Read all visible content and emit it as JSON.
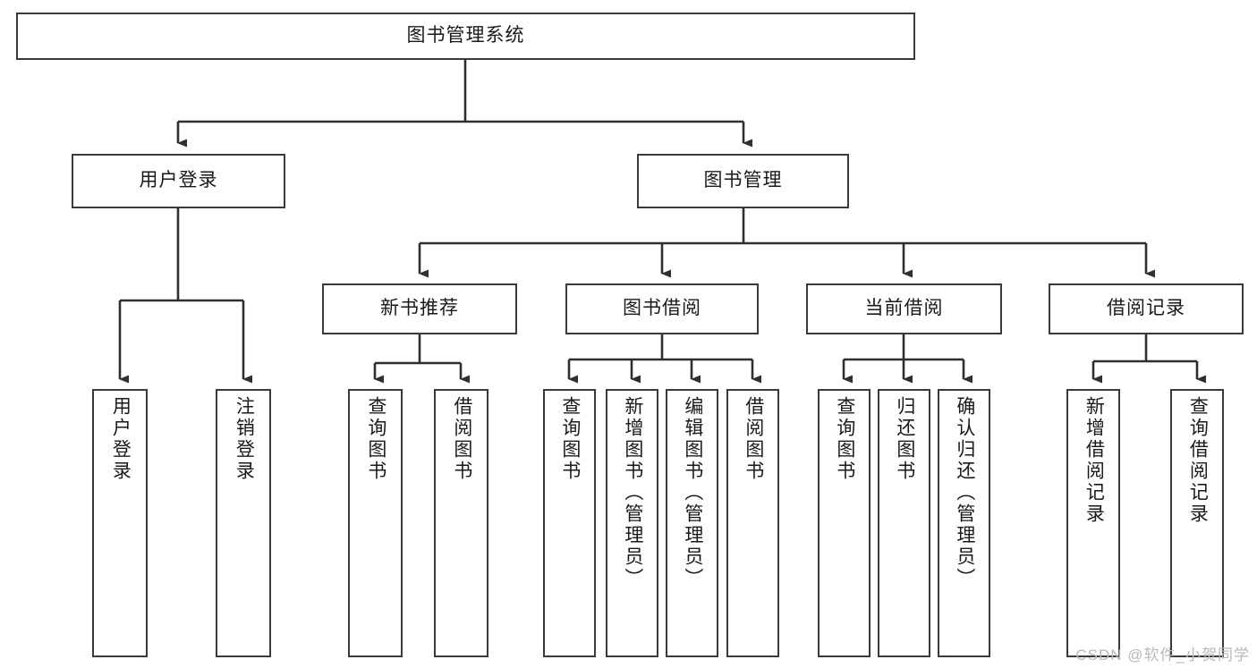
{
  "diagram": {
    "title": "图书管理系统",
    "watermark": "CSDN @软件_小贺同学",
    "colors": {
      "box_border": "#3a3a3a",
      "line": "#2f2f2f",
      "background": "#ffffff",
      "watermark": "#b8b8b8"
    },
    "nodes": {
      "root": "图书管理系统",
      "level2": {
        "user_login": "用户登录",
        "book_manage": "图书管理"
      },
      "level3": {
        "new_book_rec": "新书推荐",
        "book_borrow": "图书借阅",
        "current_borrow": "当前借阅",
        "borrow_record": "借阅记录"
      },
      "leaves": {
        "user_login_1": "用户登录",
        "user_login_2": "注销登录",
        "new_book_rec_1": "查询图书",
        "new_book_rec_2": "借阅图书",
        "book_borrow_1": "查询图书",
        "book_borrow_2": "新增图书（管理员）",
        "book_borrow_3": "编辑图书（管理员）",
        "book_borrow_4": "借阅图书",
        "current_borrow_1": "查询图书",
        "current_borrow_2": "归还图书",
        "current_borrow_3": "确认归还（管理员）",
        "borrow_record_1": "新增借阅记录",
        "borrow_record_2": "查询借阅记录"
      }
    }
  }
}
